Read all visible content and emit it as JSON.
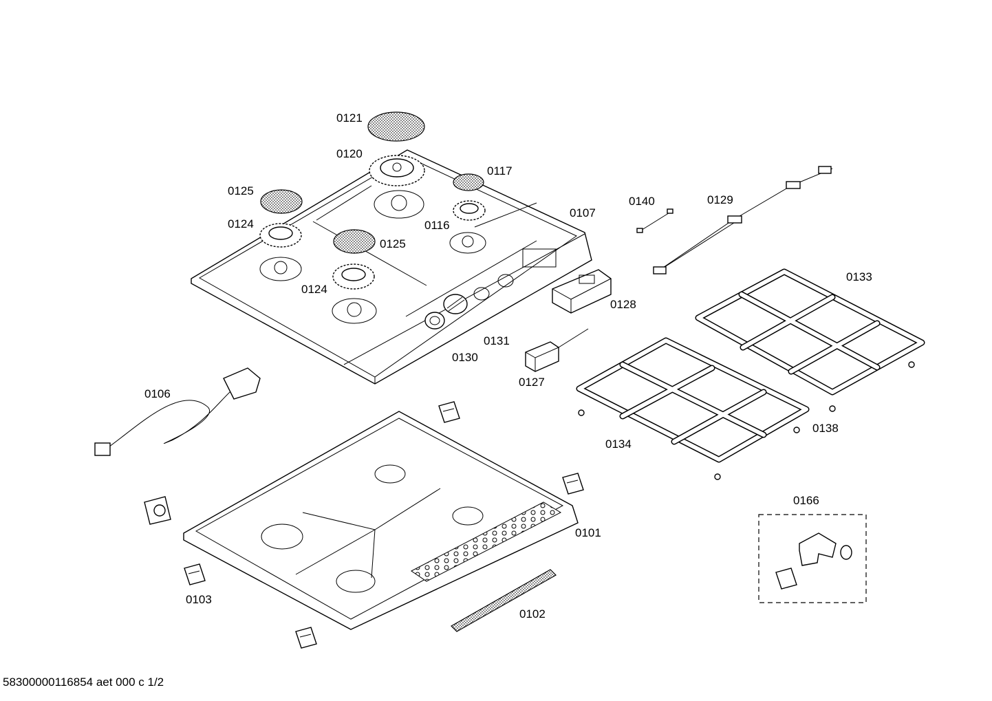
{
  "labels": {
    "p0121": "0121",
    "p0120": "0120",
    "p0117": "0117",
    "p0125a": "0125",
    "p0124a": "0124",
    "p0116": "0116",
    "p0107": "0107",
    "p0125b": "0125",
    "p0124b": "0124",
    "p0140": "0140",
    "p0129": "0129",
    "p0133": "0133",
    "p0128": "0128",
    "p0131": "0131",
    "p0130": "0130",
    "p0127": "0127",
    "p0106": "0106",
    "p0134": "0134",
    "p0138": "0138",
    "p0166": "0166",
    "p0101": "0101",
    "p0103": "0103",
    "p0102": "0102"
  },
  "footer": "58300000116854 aet 000 c 1/2"
}
